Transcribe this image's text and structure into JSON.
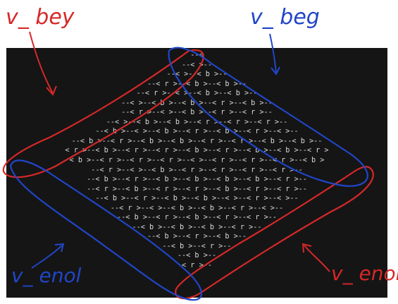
{
  "terminal": {
    "lines": [
      "--<",
      "--< >--",
      "--< >--< b >--",
      "--< r >--< b >--< b >--",
      "--< r >--< >--< b >--< b >--",
      "--< >--< b >--< b >--< r >--< b >--",
      "--< r >--< >--< b >--< r >--< r >--",
      "--< >--< b >--< b >--< r >--< r >--< r >--",
      "--< b >--< >--< b >--< r >--< b >--< r >--< >--",
      "--< b >--< r >--< b >--< b >--< r >--< r >--< b >--< b >--",
      "< r >--< b >--< r >--< r >--< b >--< r >--< b >--< b >--< r >",
      "< b >--< r >--< r >--< r >--< >--< r >--< r >--< r >--< b >",
      "--< r >--< >--< b >--< r >--< r >--< r >--< r >--",
      "--< b >--< r >--< b >--< b >--< b >--< b >--< r >--",
      "--< r >--< b >--< r >--< r >--< b >--< r >--< r >--",
      "--< b >--< r >--< b >--< b >--< >--< r >--< >--",
      "--< r >--< >--< b >--< b >--< r >--< >--",
      "--< b >--< r >--< b >--< r >--< r >--",
      "--< b >--< b >--< b >--< r >--",
      "--< b >--< r >--< b >--",
      "--< b >--< r >--",
      "--< b >--",
      "< r >--"
    ]
  },
  "annotations": {
    "top_left_label": "v_ bey",
    "top_right_label": "v_ beg",
    "bottom_left_label": "v_ enol",
    "bottom_right_label": "v_ enol",
    "red_color": "#d62828",
    "blue_color": "#2046c8"
  }
}
